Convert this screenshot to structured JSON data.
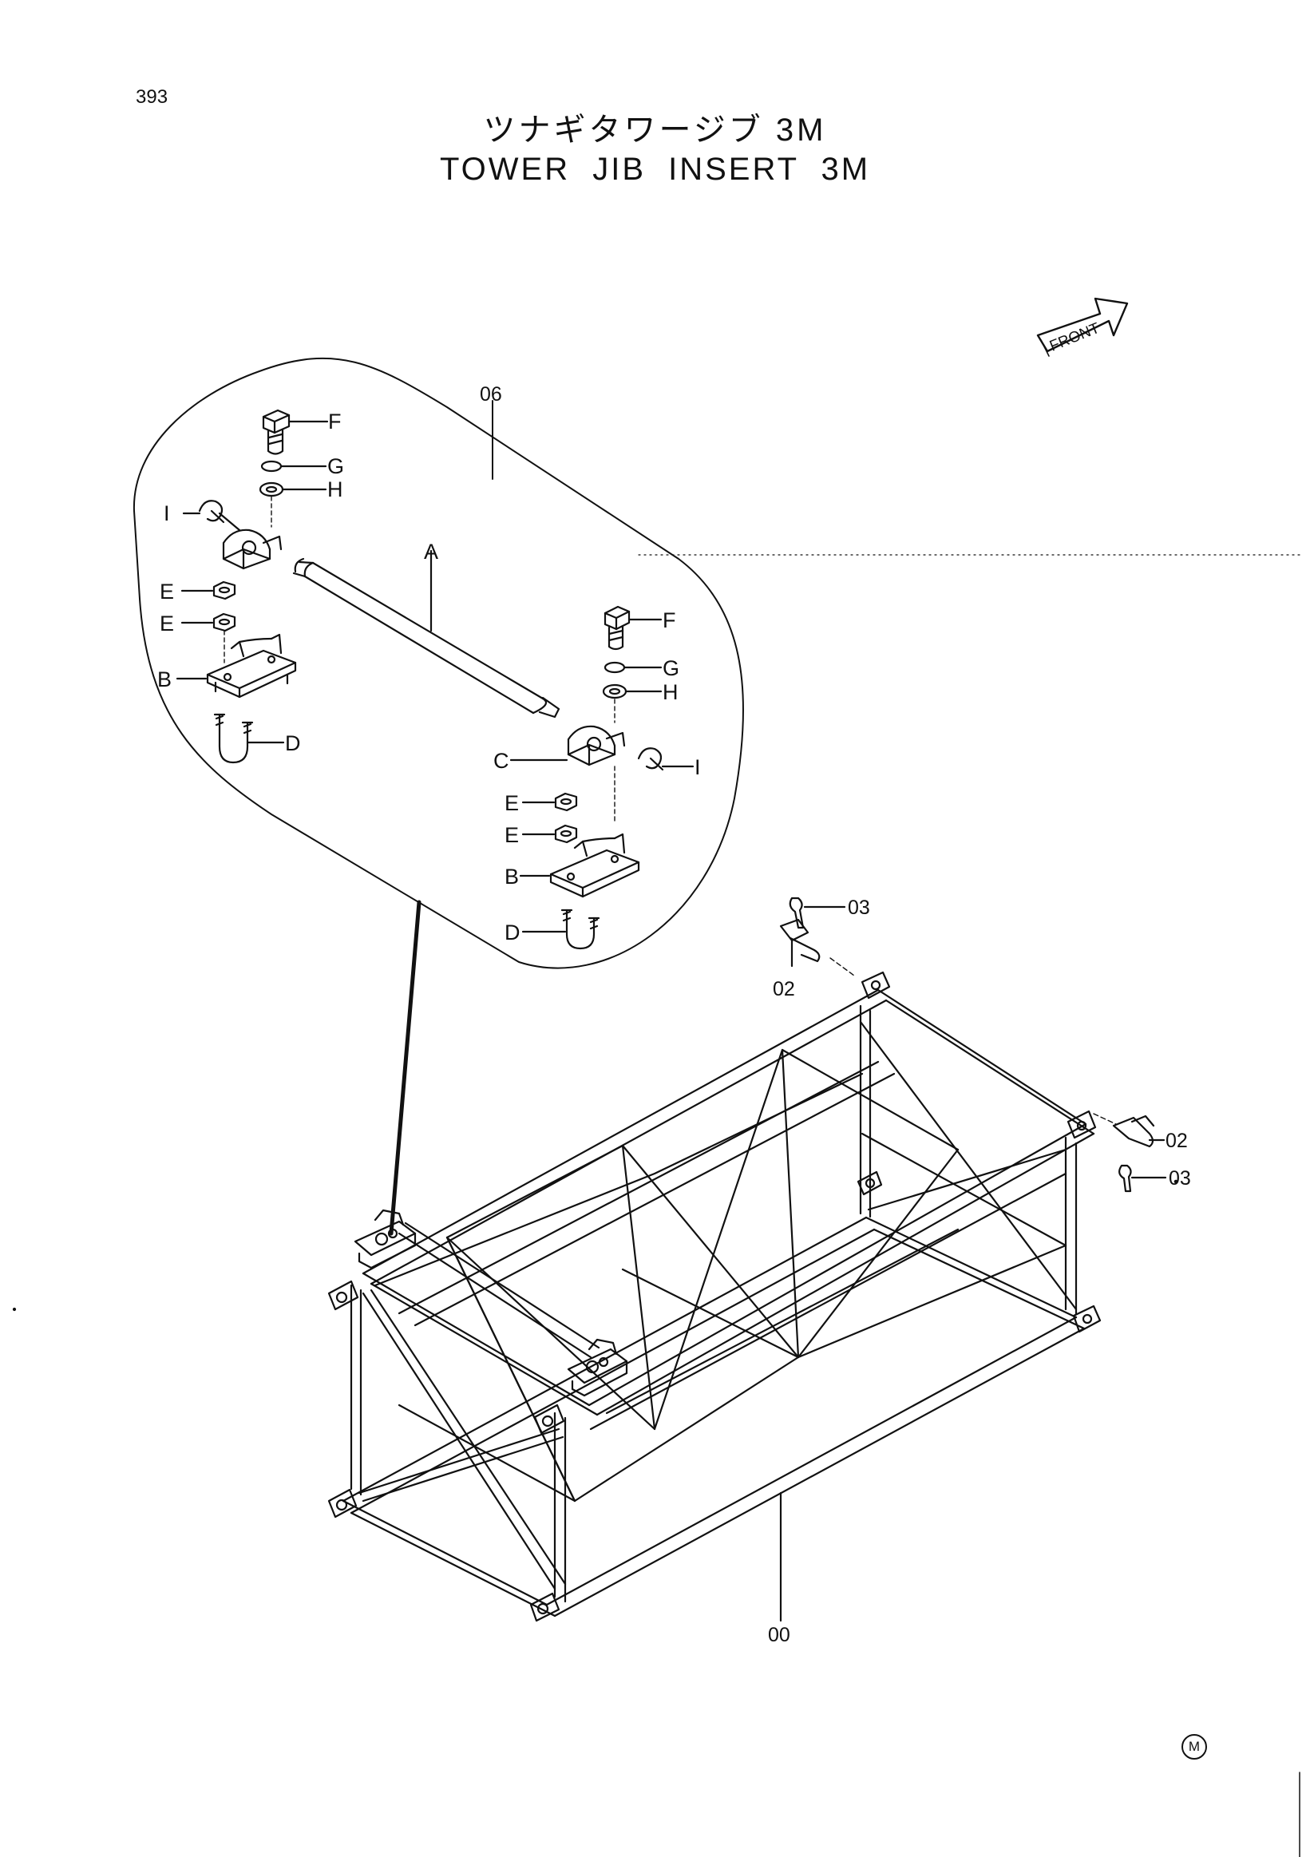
{
  "page_number": "393",
  "title_ja": "ツナギタワージブ 3M",
  "title_en": "TOWER JIB INSERT 3M",
  "front_arrow_label": "FRONT",
  "stamp": "M",
  "callouts": {
    "A": "A",
    "B": "B",
    "C": "C",
    "D": "D",
    "E": "E",
    "F": "F",
    "G": "G",
    "H": "H",
    "I": "I"
  },
  "part_numbers": {
    "p00": "00",
    "p02": "02",
    "p03": "03",
    "p06": "06"
  },
  "colors": {
    "ink": "#111111",
    "paper": "#ffffff"
  },
  "icons": [
    "front-arrow-icon",
    "service-mark-icon"
  ]
}
